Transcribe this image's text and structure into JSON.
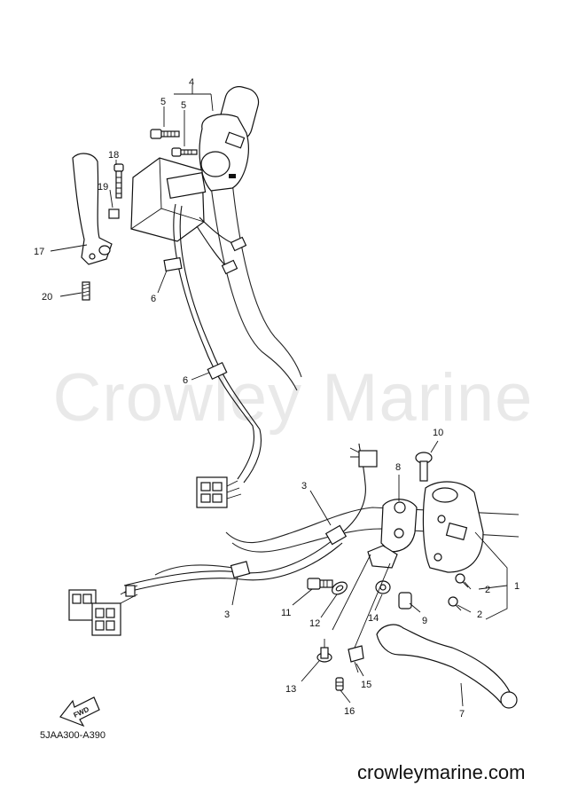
{
  "watermark": "Crowley Marine",
  "diagram_code": "5JAA300-A390",
  "site_url": "crowleymarine.com",
  "fwd_label": "FWD",
  "callouts": {
    "c1": "1",
    "c2a": "2",
    "c2b": "2",
    "c3a": "3",
    "c3b": "3",
    "c4": "4",
    "c5a": "5",
    "c5b": "5",
    "c6a": "6",
    "c6b": "6",
    "c7": "7",
    "c8": "8",
    "c9": "9",
    "c10": "10",
    "c11": "11",
    "c12": "12",
    "c13": "13",
    "c14": "14",
    "c15": "15",
    "c16": "16",
    "c17": "17",
    "c18": "18",
    "c19": "19",
    "c20": "20"
  }
}
